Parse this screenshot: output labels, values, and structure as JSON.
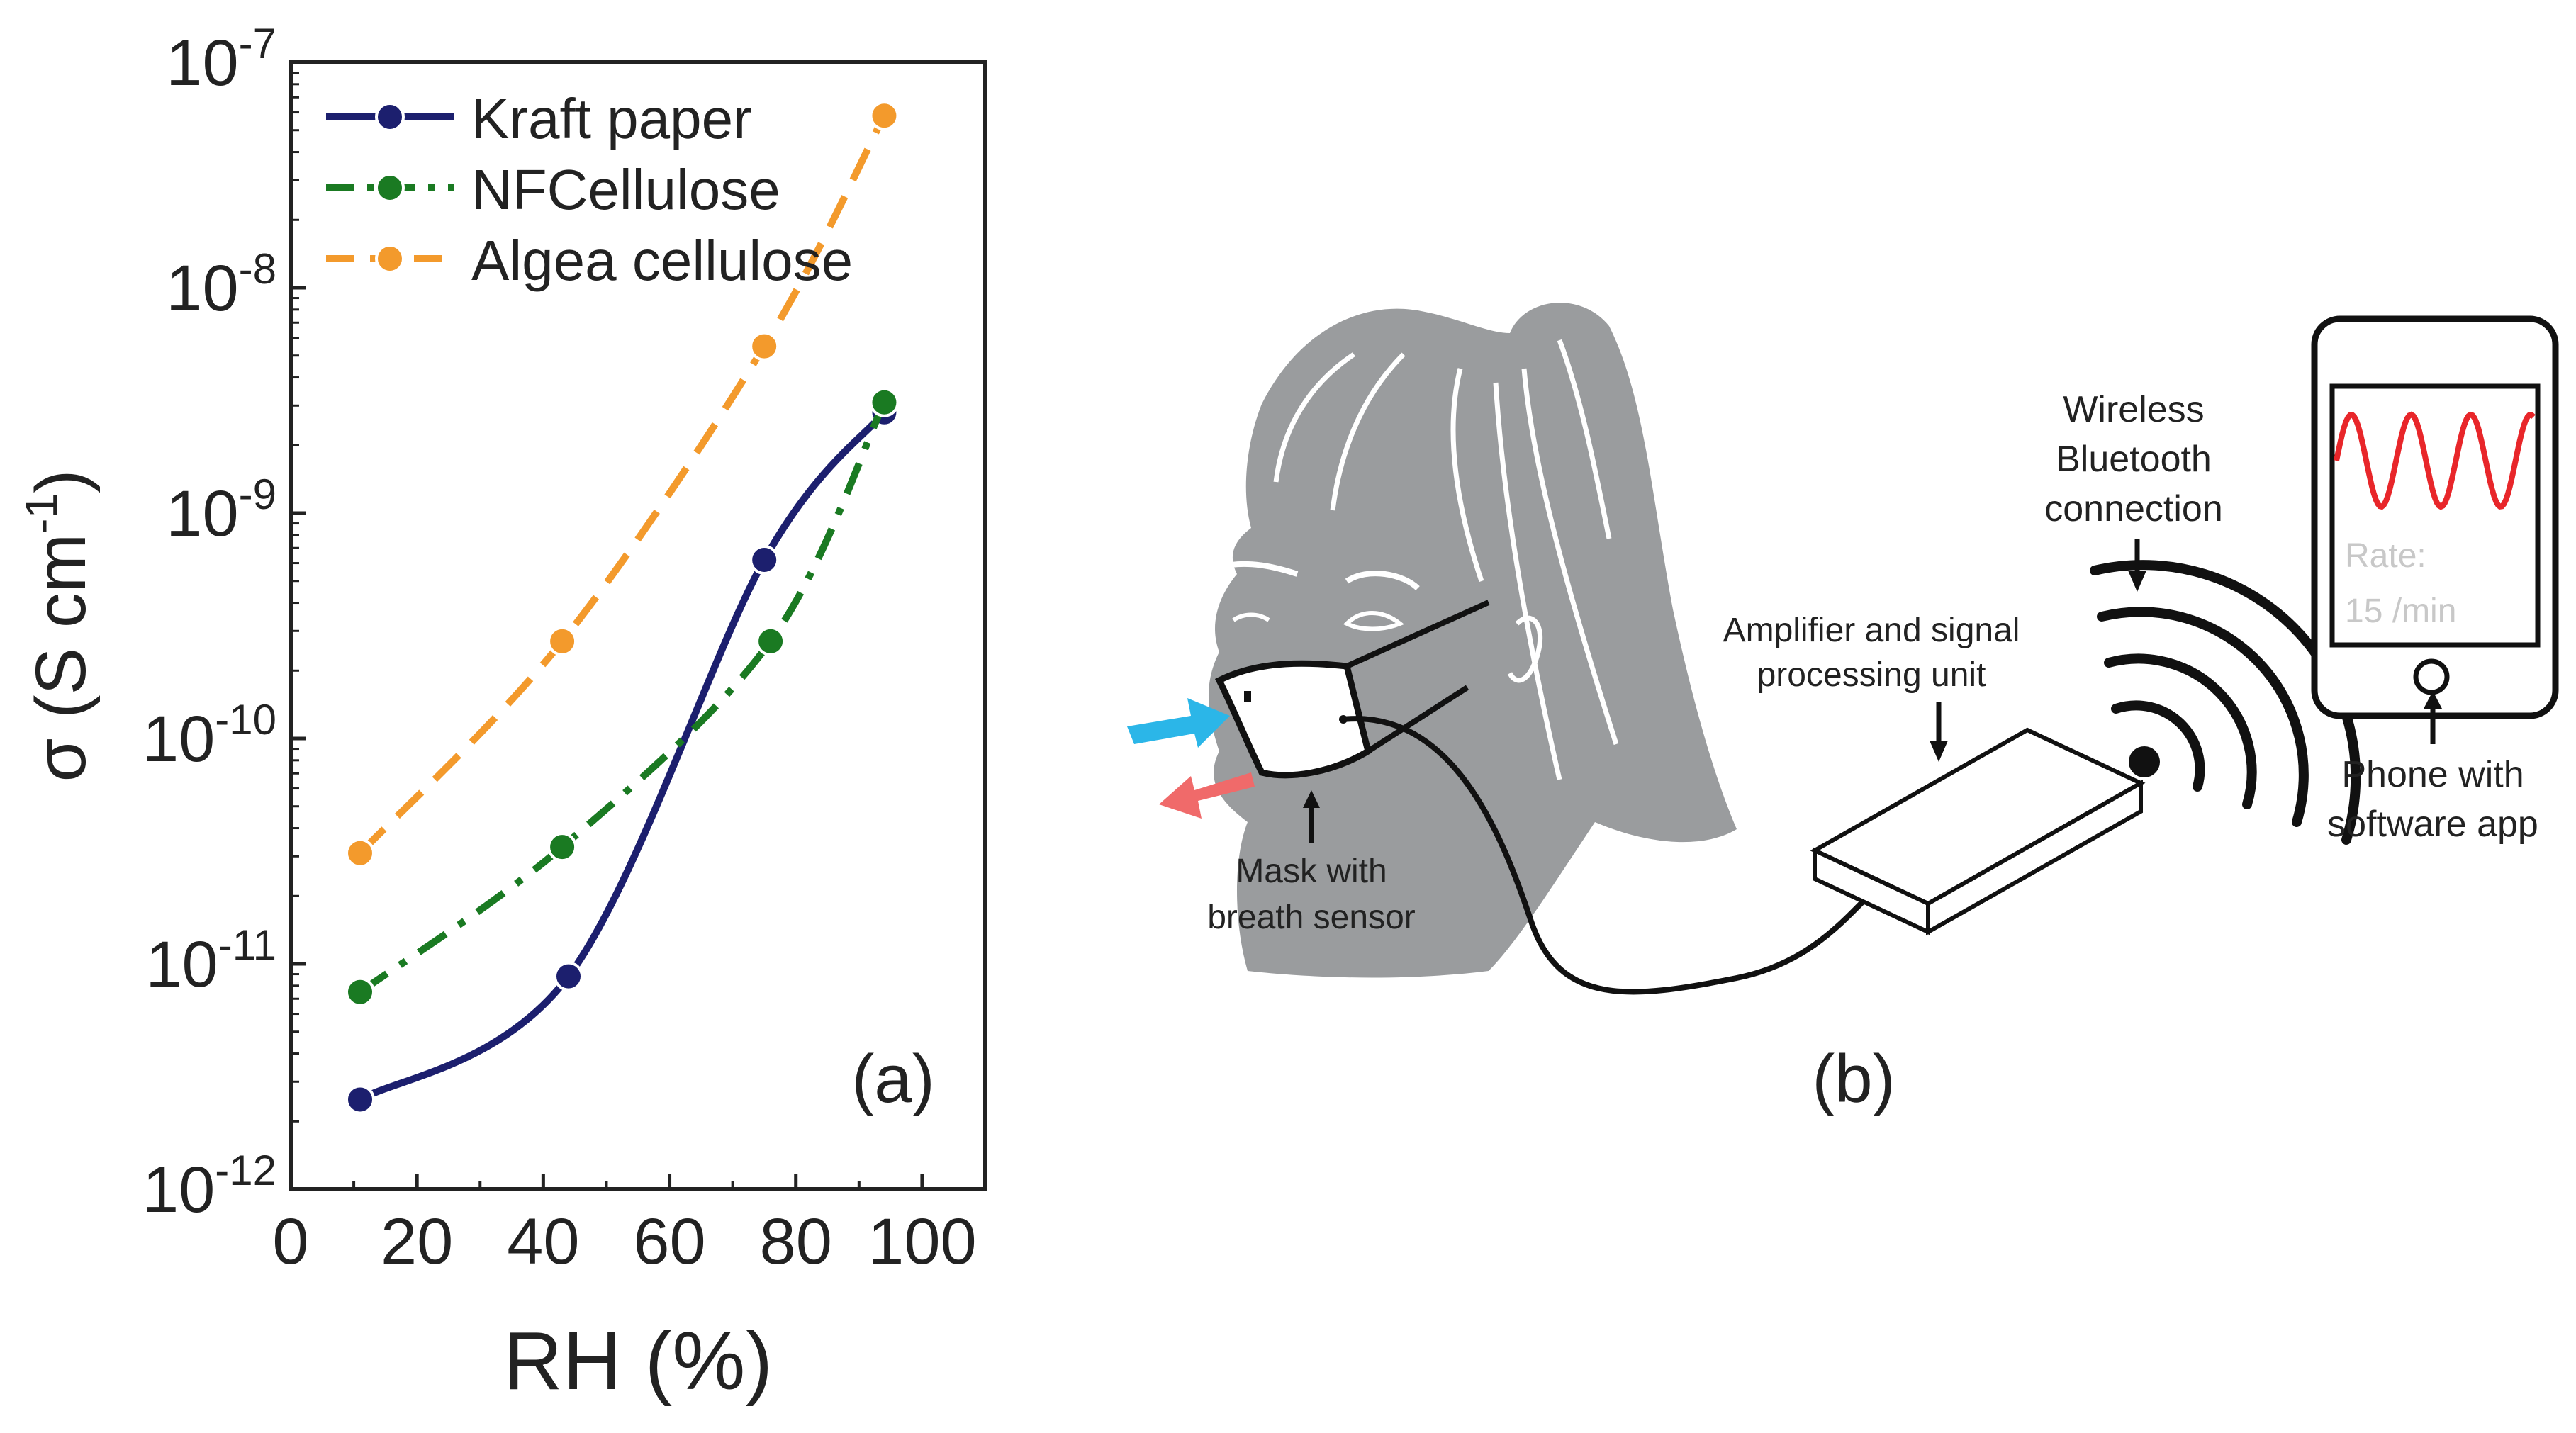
{
  "panel_a_label": "(a)",
  "panel_b_label": "(b)",
  "chart_data": {
    "type": "line",
    "xlabel": "RH (%)",
    "ylabel_main": "σ (S cm",
    "ylabel_sup": "-1",
    "ylabel_close": ")",
    "xlim": [
      0,
      110
    ],
    "ylim": [
      1e-12,
      1e-07
    ],
    "yscale": "log",
    "x_ticks": [
      0,
      20,
      40,
      60,
      80,
      100
    ],
    "y_ticks": [
      {
        "value": 1e-12,
        "base": "10",
        "exp": "-12"
      },
      {
        "value": 1e-11,
        "base": "10",
        "exp": "-11"
      },
      {
        "value": 1e-10,
        "base": "10",
        "exp": "-10"
      },
      {
        "value": 1e-09,
        "base": "10",
        "exp": "-9"
      },
      {
        "value": 1e-08,
        "base": "10",
        "exp": "-8"
      },
      {
        "value": 1e-07,
        "base": "10",
        "exp": "-7"
      }
    ],
    "legend_position": "top-left",
    "grid": false,
    "series": [
      {
        "name": "Kraft paper",
        "color": "#1c1f6e",
        "dash": "solid",
        "x": [
          11,
          44,
          75,
          94
        ],
        "y": [
          2.5e-12,
          8.8e-12,
          6.2e-10,
          2.8e-09
        ]
      },
      {
        "name": "NFCellulose",
        "color": "#1a7a22",
        "dash": "dashdot",
        "x": [
          11,
          43,
          76,
          94
        ],
        "y": [
          7.5e-12,
          3.3e-11,
          2.7e-10,
          3.1e-09
        ]
      },
      {
        "name": "Algea cellulose",
        "color": "#f39a2c",
        "dash": "dashed",
        "x": [
          11,
          43,
          75,
          94
        ],
        "y": [
          3.1e-11,
          2.7e-10,
          5.5e-09,
          5.8e-08
        ]
      }
    ]
  },
  "diagram": {
    "mask_label_line1": "Mask with",
    "mask_label_line2": "breath sensor",
    "amp_label_line1": "Amplifier and signal",
    "amp_label_line2": "processing unit",
    "wireless_line1": "Wireless",
    "wireless_line2": "Bluetooth",
    "wireless_line3": "connection",
    "phone_line1": "Phone with",
    "phone_line2": "software app",
    "rate_line1": "Rate:",
    "rate_line2": "15 /min",
    "colors": {
      "head": "#9a9c9e",
      "inhale_arrow": "#2bb6e8",
      "exhale_arrow": "#f06a6a",
      "signal": "#e8262a"
    }
  }
}
